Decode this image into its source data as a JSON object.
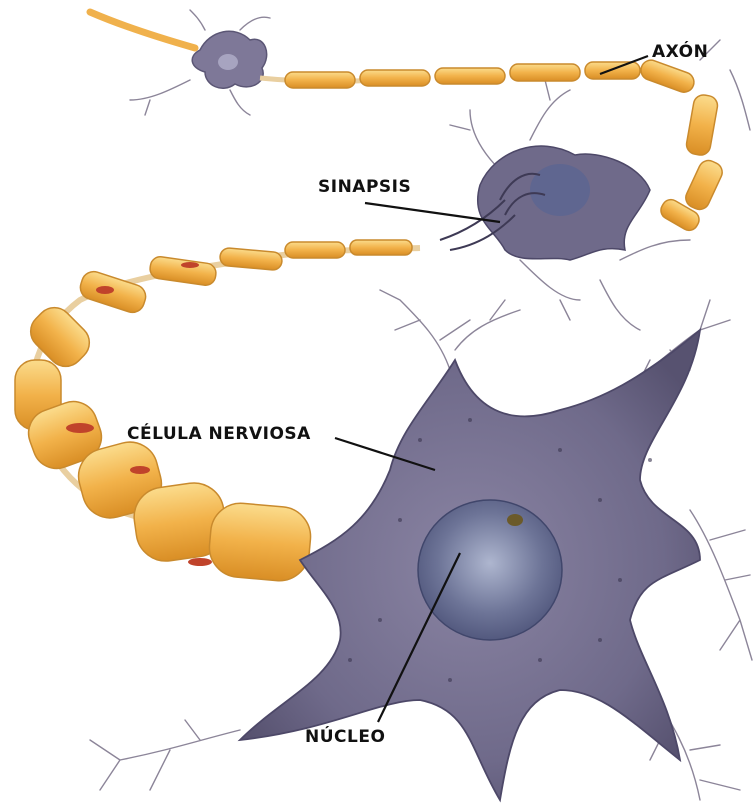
{
  "labels": {
    "axon": "AXÓN",
    "sinapsis": "SINAPSIS",
    "celula": "CÉLULA NERVIOSA",
    "nucleo": "NÚCLEO"
  },
  "colors": {
    "background": "#ffffff",
    "cell_body": "#7d7796",
    "cell_body_dark": "#4d4868",
    "nucleus": "#5c6488",
    "myelin": "#f2b24a",
    "myelin_light": "#fbdc8c",
    "axon_core": "#e9cfa0",
    "dendrite": "#8c8599",
    "leader_line": "#111111"
  }
}
